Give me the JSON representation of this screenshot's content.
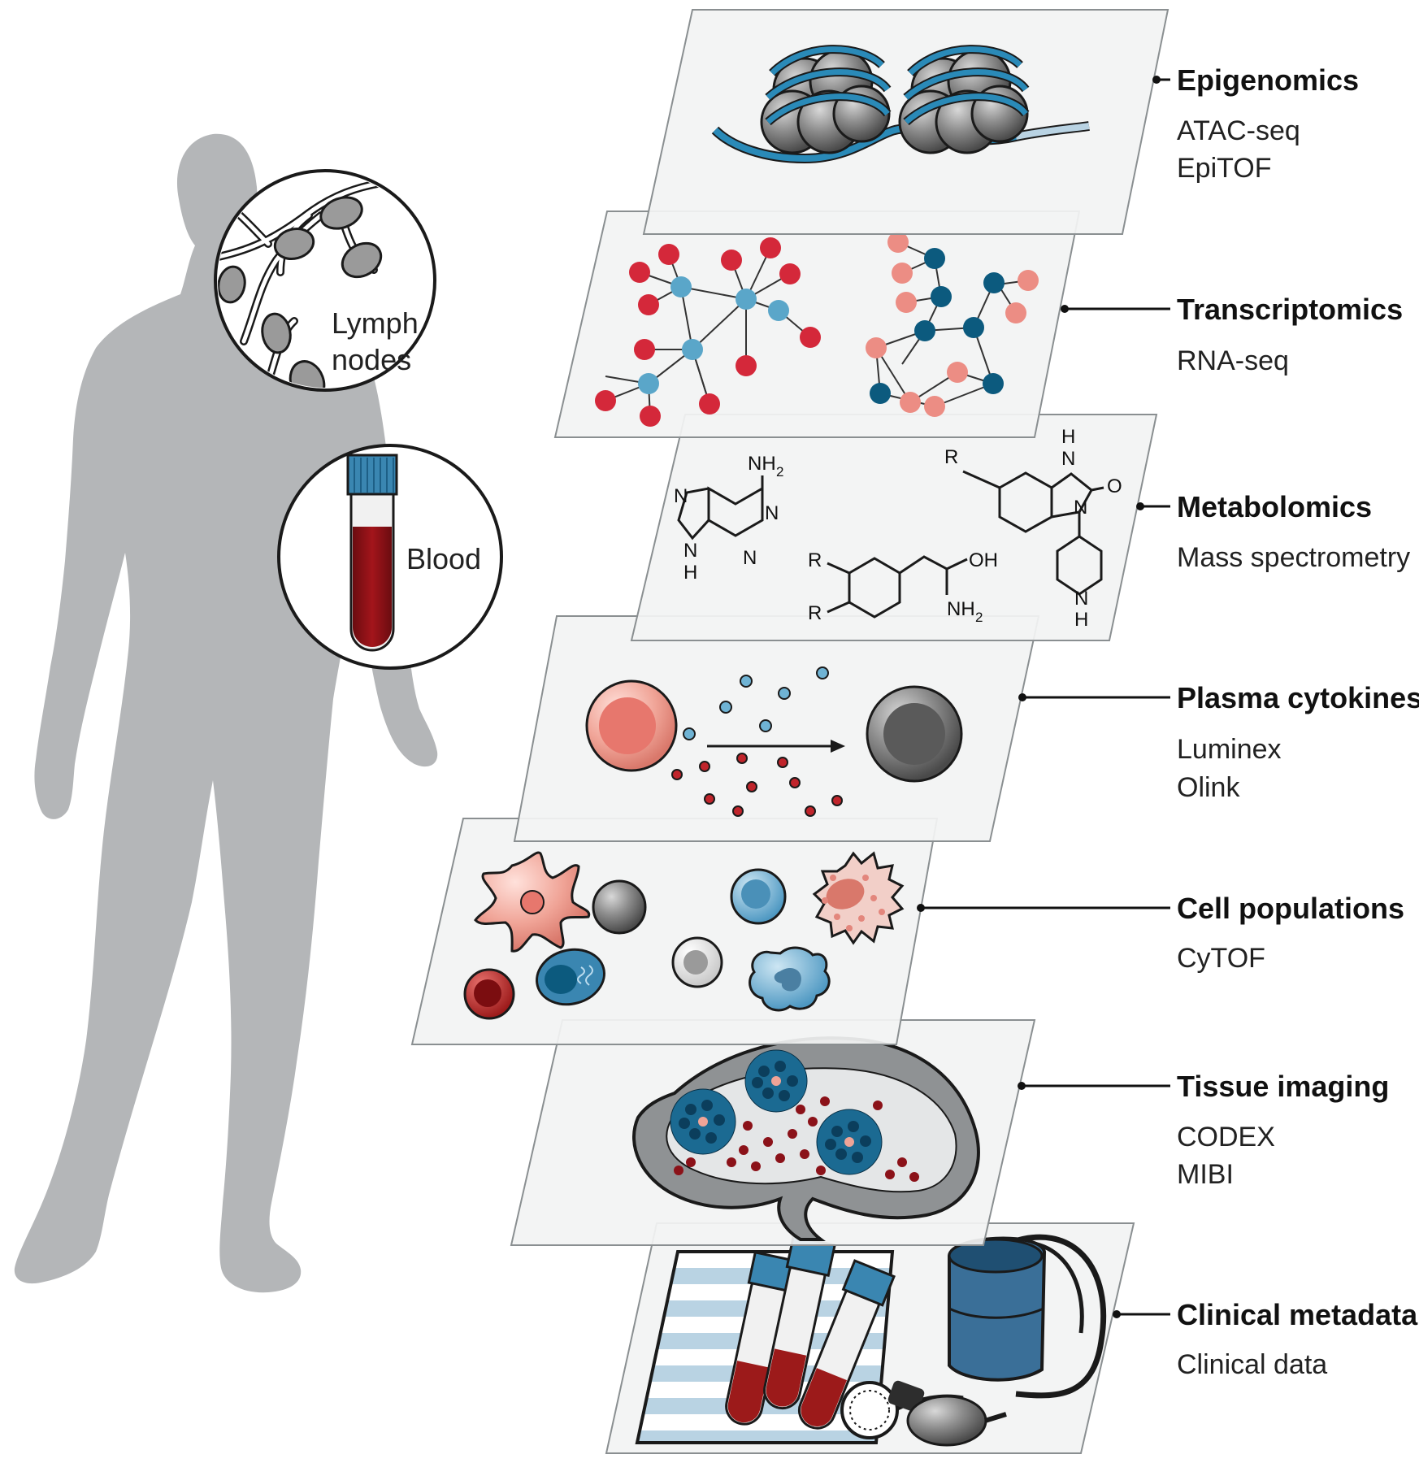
{
  "samples": {
    "lymph_label_line1": "Lymph",
    "lymph_label_line2": "nodes",
    "blood_label": "Blood"
  },
  "layers": [
    {
      "id": "epigenomics",
      "title": "Epigenomics",
      "methods": [
        "ATAC-seq",
        "EpiTOF"
      ]
    },
    {
      "id": "transcriptomics",
      "title": "Transcriptomics",
      "methods": [
        "RNA-seq"
      ]
    },
    {
      "id": "metabolomics",
      "title": "Metabolomics",
      "methods": [
        "Mass spectrometry"
      ]
    },
    {
      "id": "plasma-cytokines",
      "title": "Plasma cytokines",
      "methods": [
        "Luminex",
        "Olink"
      ]
    },
    {
      "id": "cell-populations",
      "title": "Cell populations",
      "methods": [
        "CyTOF"
      ]
    },
    {
      "id": "tissue-imaging",
      "title": "Tissue imaging",
      "methods": [
        "CODEX",
        "MIBI"
      ]
    },
    {
      "id": "clinical-metadata",
      "title": "Clinical metadata",
      "methods": [
        "Clinical data"
      ]
    }
  ],
  "chem_labels": {
    "nh2": "NH",
    "sub2": "2",
    "n": "N",
    "h": "H",
    "r": "R",
    "oh": "OH",
    "o": "O"
  },
  "colors": {
    "silhouette": "#b4b6b8",
    "plane_fill": "#f2f3f3",
    "plane_edge": "#8a8f91",
    "dna_blue": "#2a8ab8",
    "node_red": "#d4283a",
    "node_lightblue": "#5aa6c9",
    "node_salmon": "#ec8d84",
    "node_navy": "#0c5a7e",
    "blood_red": "#8b1219",
    "cap_blue": "#3a86b1"
  }
}
